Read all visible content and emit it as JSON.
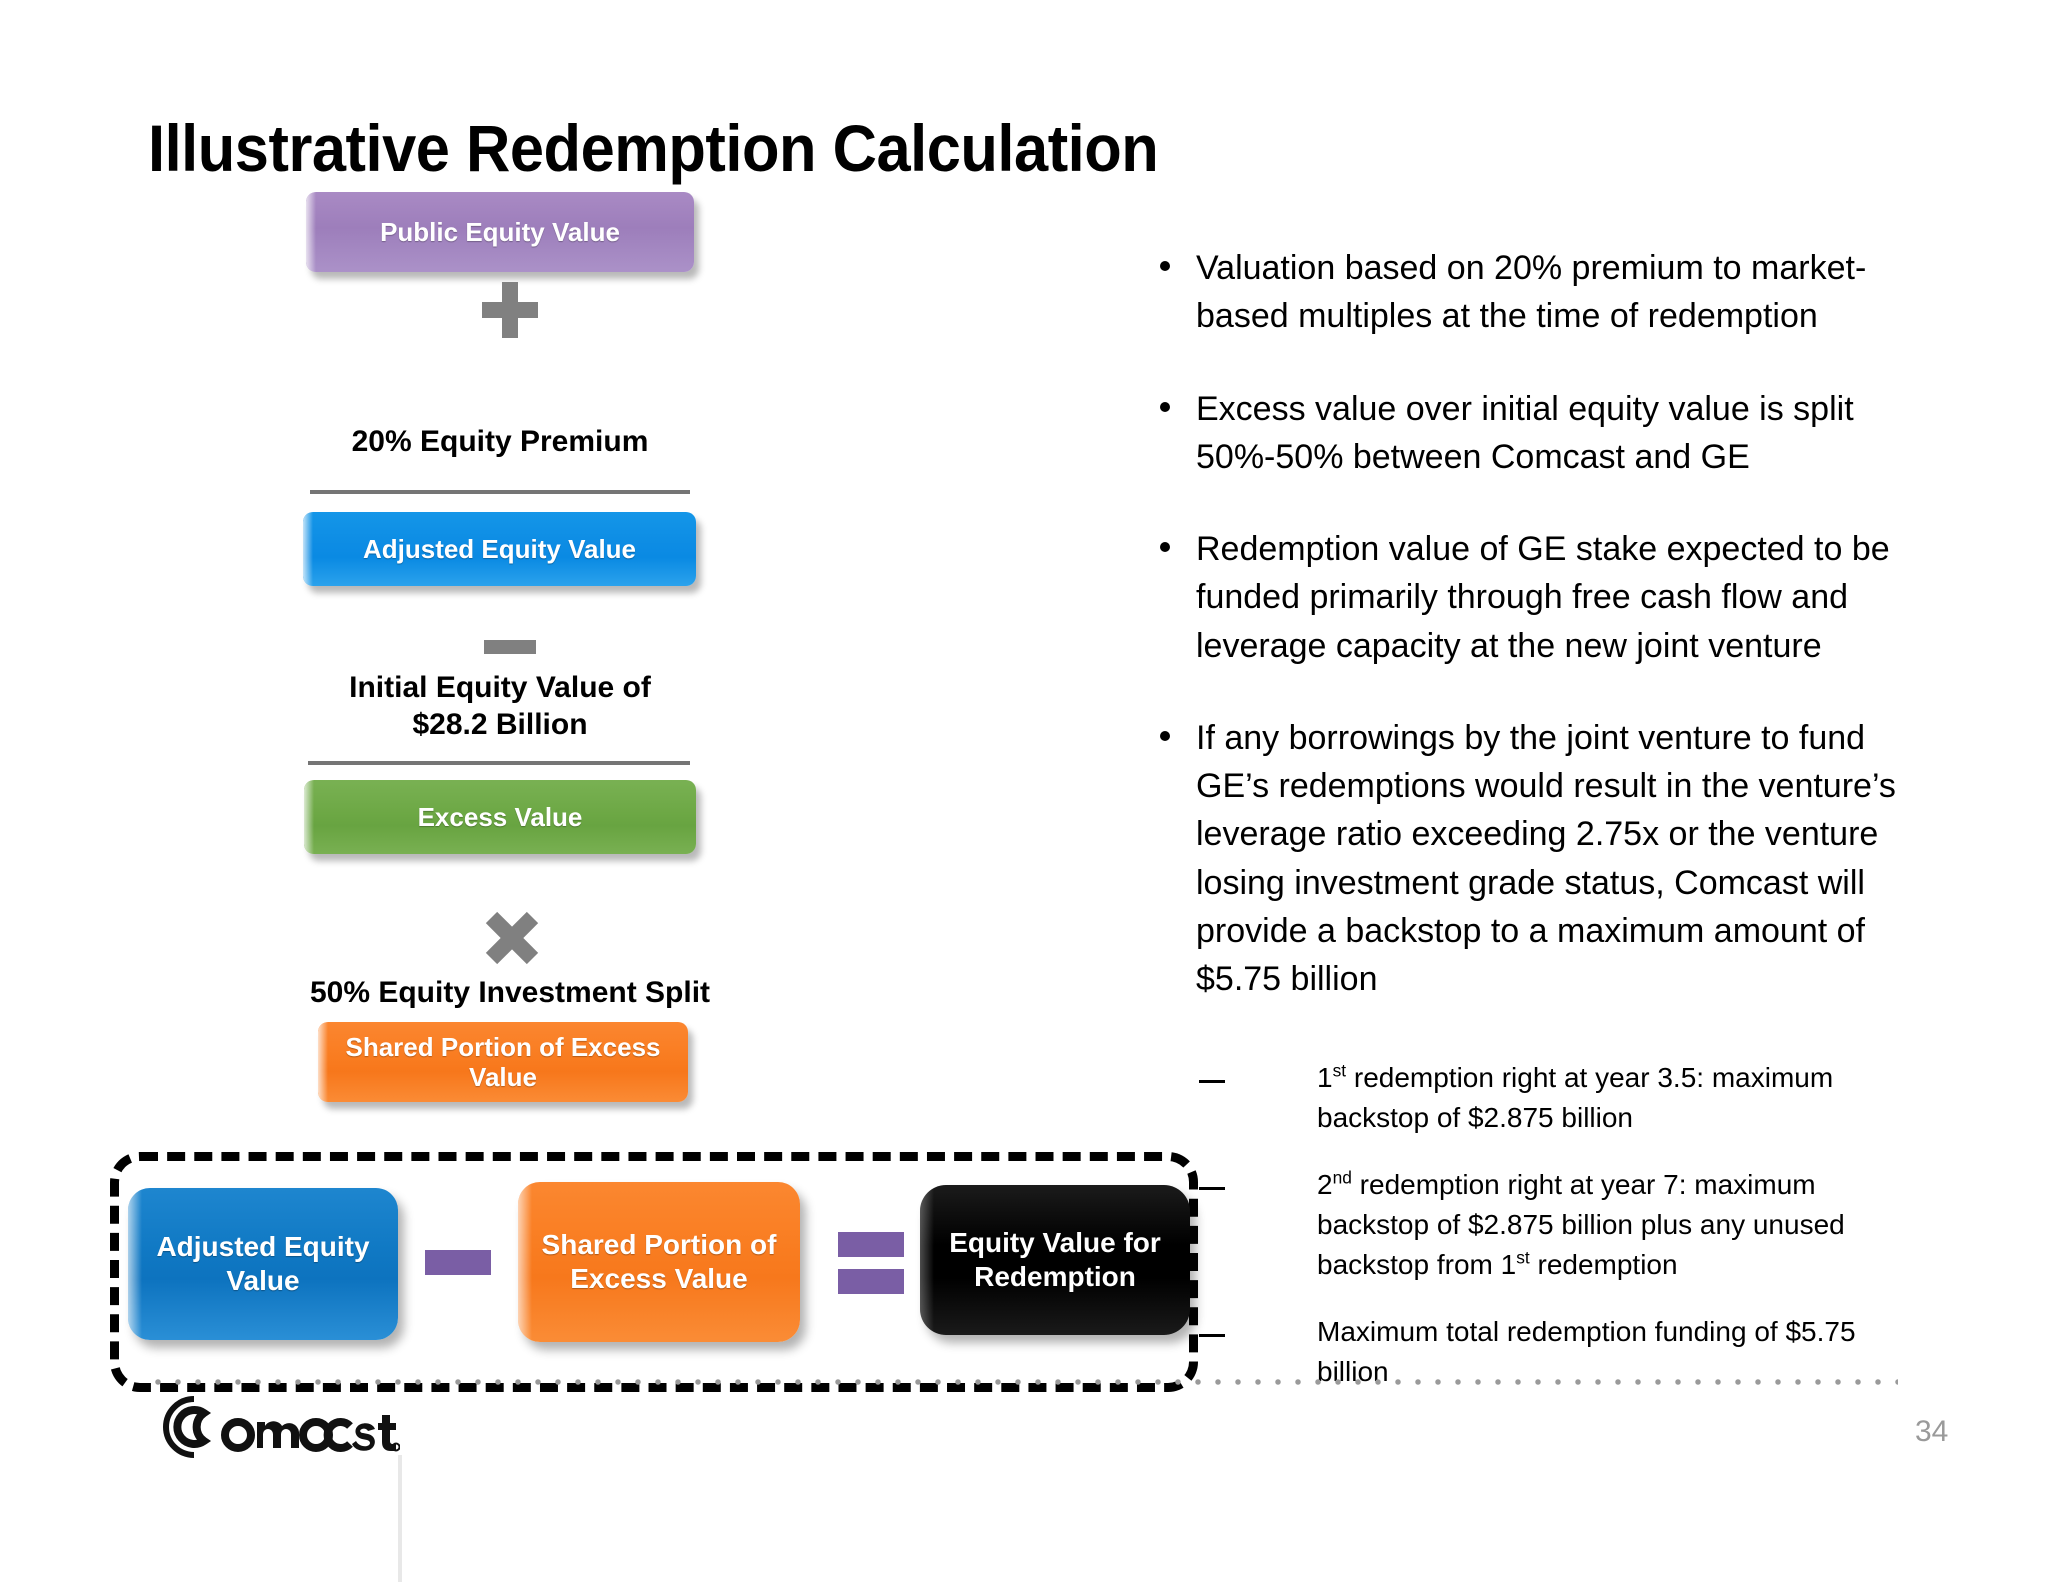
{
  "slide": {
    "title": "Illustrative Redemption Calculation",
    "page_number": "34",
    "logo_text": "Comcast"
  },
  "flow": {
    "boxes": [
      {
        "key": "public_equity_value",
        "label": "Public Equity Value",
        "color": "#a184bf"
      },
      {
        "key": "adjusted_equity_value",
        "label": "Adjusted Equity Value",
        "color": "#0d8ce4"
      },
      {
        "key": "excess_value",
        "label": "Excess Value",
        "color": "#6da845"
      },
      {
        "key": "shared_portion_of_excess_value",
        "label": "Shared Portion of Excess Value",
        "color": "#f97c20"
      }
    ],
    "operators": [
      {
        "key": "plus",
        "symbol": "+",
        "caption": "20% Equity Premium"
      },
      {
        "key": "minus",
        "symbol": "−",
        "caption": "Initial Equity Value of\n$28.2 Billion"
      },
      {
        "key": "times",
        "symbol": "×",
        "caption": "50% Equity Investment Split"
      }
    ]
  },
  "equation": {
    "left_label": "Adjusted Equity\nValue",
    "minus_symbol": "−",
    "middle_label": "Shared Portion of\nExcess Value",
    "equals_symbol": "=",
    "right_label": "Equity Value for\nRedemption"
  },
  "bullets": [
    "Valuation based on 20% premium to market-based multiples at the time of redemption",
    "Excess value over initial equity value is split 50%-50% between Comcast and GE",
    "Redemption value of GE stake expected to be funded primarily through free cash flow and leverage capacity at the new joint venture",
    "If any borrowings by the joint venture to fund GE’s redemptions would result in the venture’s leverage ratio exceeding 2.75x or the venture losing investment grade status, Comcast will provide a backstop to a maximum amount of $5.75 billion"
  ],
  "sub_bullets": [
    {
      "prefix": "1",
      "sup": "st",
      "rest": " redemption right at year 3.5: maximum backstop of $2.875 billion"
    },
    {
      "prefix": "2",
      "sup": "nd",
      "rest": " redemption right at year 7: maximum backstop of $2.875 billion plus any unused backstop from 1<sup>st</sup> redemption"
    },
    {
      "prefix": "",
      "sup": "",
      "rest": "Maximum total redemption funding of $5.75 billion"
    }
  ],
  "colors": {
    "purple": "#a184bf",
    "blue": "#0d8ce4",
    "green": "#6da845",
    "orange": "#f97c20",
    "black": "#000000",
    "operator_gray": "#808080",
    "connector_purple": "#7a5ea5",
    "rule_gray": "#757575",
    "page_number_gray": "#9a9a9a"
  }
}
